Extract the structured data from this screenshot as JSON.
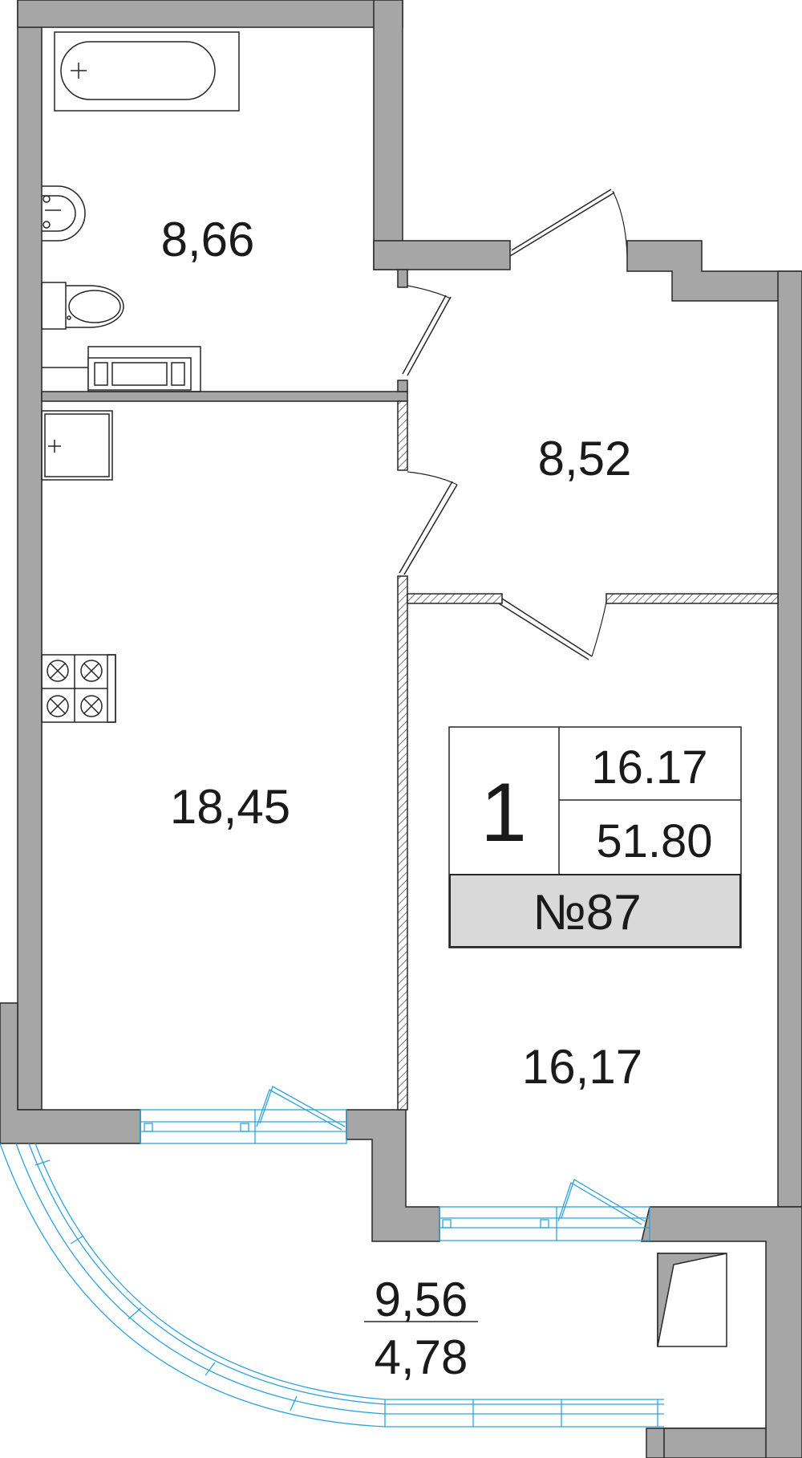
{
  "rooms": [
    {
      "id": "bathroom",
      "area": "8,66"
    },
    {
      "id": "hallway",
      "area": "8,52"
    },
    {
      "id": "kitchen-living",
      "area": "18,45"
    },
    {
      "id": "bedroom",
      "area": "16,17"
    }
  ],
  "balcony": {
    "area_total": "9,56",
    "area_reduced": "4,78"
  },
  "info_box": {
    "rooms_count": "1",
    "living_area": "16.17",
    "total_area": "51.80",
    "apartment_number": "№87"
  },
  "colors": {
    "wall_fill": "#a6a6a6",
    "line": "#262626",
    "glazing": "#2ea3db",
    "info_footer": "#d9d9d9"
  }
}
